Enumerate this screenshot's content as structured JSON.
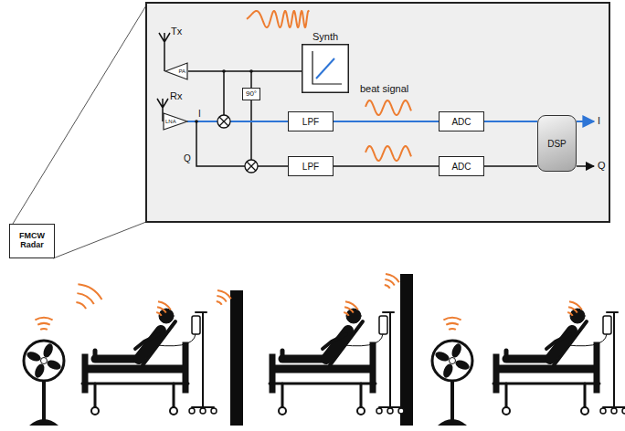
{
  "diagram": {
    "nodes": [
      {
        "text": [
          "FMCW Radar"
        ]
      },
      {
        "text": [
          "Synth"
        ]
      },
      {
        "text": [
          "PA"
        ]
      },
      {
        "text": [
          "90°"
        ]
      },
      {
        "text": [
          "LNA"
        ]
      },
      {
        "text": [
          "LPF"
        ]
      },
      {
        "text": [
          "LPF"
        ]
      },
      {
        "text": [
          "ADC"
        ]
      },
      {
        "text": [
          "ADC"
        ]
      },
      {
        "text": [
          "DSP"
        ]
      }
    ],
    "edges": [
      {
        "from": 1,
        "to": 2,
        "arrow": "none"
      },
      {
        "from": 5,
        "to": 7,
        "arrow": "none"
      },
      {
        "from": 6,
        "to": 8,
        "arrow": "none"
      },
      {
        "from": 7,
        "to": 9,
        "arrow": "none"
      },
      {
        "from": 8,
        "to": 9,
        "arrow": "none"
      }
    ],
    "labels": [
      "Tx",
      "Rx",
      "I",
      "Q",
      "beat signal",
      "I",
      "Q"
    ]
  }
}
